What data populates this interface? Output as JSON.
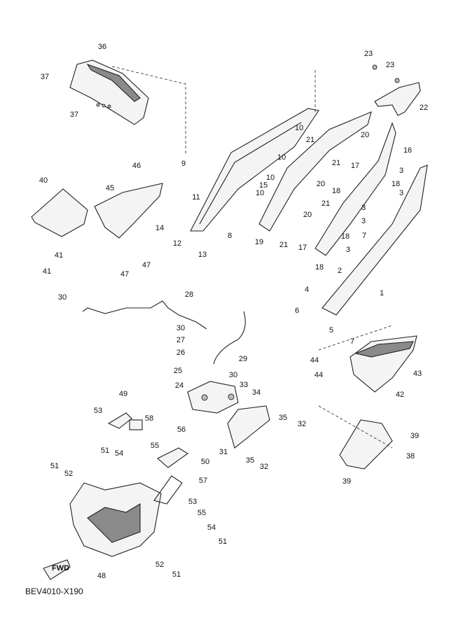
{
  "diagram": {
    "code": "BEV4010-X190",
    "fwd_label": "FWD",
    "callouts": [
      {
        "id": "c36",
        "label": "36"
      },
      {
        "id": "c37a",
        "label": "37"
      },
      {
        "id": "c37b",
        "label": "37"
      },
      {
        "id": "c23a",
        "label": "23"
      },
      {
        "id": "c23b",
        "label": "23"
      },
      {
        "id": "c22",
        "label": "22"
      },
      {
        "id": "c10a",
        "label": "10"
      },
      {
        "id": "c21a",
        "label": "21"
      },
      {
        "id": "c20a",
        "label": "20"
      },
      {
        "id": "c10b",
        "label": "10"
      },
      {
        "id": "c21b",
        "label": "21"
      },
      {
        "id": "c17a",
        "label": "17"
      },
      {
        "id": "c16",
        "label": "16"
      },
      {
        "id": "c9",
        "label": "9"
      },
      {
        "id": "c10c",
        "label": "10"
      },
      {
        "id": "c20b",
        "label": "20"
      },
      {
        "id": "c18a",
        "label": "18"
      },
      {
        "id": "c3a",
        "label": "3"
      },
      {
        "id": "c18b",
        "label": "18"
      },
      {
        "id": "c3b",
        "label": "3"
      },
      {
        "id": "c46",
        "label": "46"
      },
      {
        "id": "c15",
        "label": "15"
      },
      {
        "id": "c10d",
        "label": "10"
      },
      {
        "id": "c21c",
        "label": "21"
      },
      {
        "id": "c40",
        "label": "40"
      },
      {
        "id": "c45",
        "label": "45"
      },
      {
        "id": "c11",
        "label": "11"
      },
      {
        "id": "c20c",
        "label": "20"
      },
      {
        "id": "c3c",
        "label": "3"
      },
      {
        "id": "c3d",
        "label": "3"
      },
      {
        "id": "c14",
        "label": "14"
      },
      {
        "id": "c8",
        "label": "8"
      },
      {
        "id": "c21d",
        "label": "21"
      },
      {
        "id": "c17b",
        "label": "17"
      },
      {
        "id": "c18c",
        "label": "18"
      },
      {
        "id": "c7a",
        "label": "7"
      },
      {
        "id": "c12",
        "label": "12"
      },
      {
        "id": "c19",
        "label": "19"
      },
      {
        "id": "c3e",
        "label": "3"
      },
      {
        "id": "c41a",
        "label": "41"
      },
      {
        "id": "c13",
        "label": "13"
      },
      {
        "id": "c47a",
        "label": "47"
      },
      {
        "id": "c18d",
        "label": "18"
      },
      {
        "id": "c2",
        "label": "2"
      },
      {
        "id": "c41b",
        "label": "41"
      },
      {
        "id": "c47b",
        "label": "47"
      },
      {
        "id": "c4",
        "label": "4"
      },
      {
        "id": "c1",
        "label": "1"
      },
      {
        "id": "c30a",
        "label": "30"
      },
      {
        "id": "c28",
        "label": "28"
      },
      {
        "id": "c6",
        "label": "6"
      },
      {
        "id": "c5",
        "label": "5"
      },
      {
        "id": "c30b",
        "label": "30"
      },
      {
        "id": "c27",
        "label": "27"
      },
      {
        "id": "c7b",
        "label": "7"
      },
      {
        "id": "c26",
        "label": "26"
      },
      {
        "id": "c29",
        "label": "29"
      },
      {
        "id": "c44a",
        "label": "44"
      },
      {
        "id": "c43",
        "label": "43"
      },
      {
        "id": "c25",
        "label": "25"
      },
      {
        "id": "c30c",
        "label": "30"
      },
      {
        "id": "c44b",
        "label": "44"
      },
      {
        "id": "c24",
        "label": "24"
      },
      {
        "id": "c33",
        "label": "33"
      },
      {
        "id": "c34",
        "label": "34"
      },
      {
        "id": "c42",
        "label": "42"
      },
      {
        "id": "c49",
        "label": "49"
      },
      {
        "id": "c53a",
        "label": "53"
      },
      {
        "id": "c58",
        "label": "58"
      },
      {
        "id": "c35a",
        "label": "35"
      },
      {
        "id": "c32a",
        "label": "32"
      },
      {
        "id": "c56",
        "label": "56"
      },
      {
        "id": "c39a",
        "label": "39"
      },
      {
        "id": "c55a",
        "label": "55"
      },
      {
        "id": "c51a",
        "label": "51"
      },
      {
        "id": "c54a",
        "label": "54"
      },
      {
        "id": "c31",
        "label": "31"
      },
      {
        "id": "c35b",
        "label": "35"
      },
      {
        "id": "c32b",
        "label": "32"
      },
      {
        "id": "c50",
        "label": "50"
      },
      {
        "id": "c38",
        "label": "38"
      },
      {
        "id": "c51b",
        "label": "51"
      },
      {
        "id": "c52a",
        "label": "52"
      },
      {
        "id": "c57",
        "label": "57"
      },
      {
        "id": "c39b",
        "label": "39"
      },
      {
        "id": "c53b",
        "label": "53"
      },
      {
        "id": "c55b",
        "label": "55"
      },
      {
        "id": "c54b",
        "label": "54"
      },
      {
        "id": "c51c",
        "label": "51"
      },
      {
        "id": "c52b",
        "label": "52"
      },
      {
        "id": "c48",
        "label": "48"
      },
      {
        "id": "c51d",
        "label": "51"
      }
    ]
  }
}
